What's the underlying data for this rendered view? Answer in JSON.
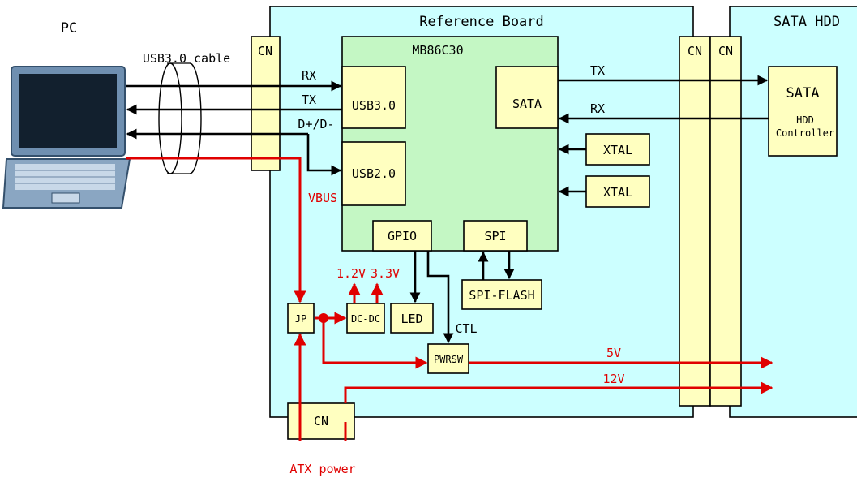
{
  "pc": {
    "label": "PC"
  },
  "cable": {
    "label": "USB3.0 cable"
  },
  "reference_board": {
    "label": "Reference Board"
  },
  "sata_hdd": {
    "label": "SATA HDD"
  },
  "chip": {
    "label": "MB86C30",
    "usb3": "USB3.0",
    "usb2": "USB2.0",
    "sata": "SATA",
    "gpio": "GPIO",
    "spi": "SPI"
  },
  "connectors": {
    "cn": "CN"
  },
  "hdd_controller": {
    "title": "SATA",
    "line1": "HDD",
    "line2": "Controller"
  },
  "components": {
    "xtal": "XTAL",
    "spi_flash": "SPI-FLASH",
    "led": "LED",
    "dcdc": "DC-DC",
    "jp": "JP",
    "pwrsw": "PWRSW"
  },
  "signals": {
    "rx": "RX",
    "tx": "TX",
    "dpdm": "D+/D-",
    "vbus": "VBUS",
    "sata_tx": "TX",
    "sata_rx": "RX",
    "v12": "1.2V",
    "v33": "3.3V",
    "ctl": "CTL",
    "five_v": "5V",
    "twelve_v": "12V",
    "atx_power": "ATX power"
  },
  "colors": {
    "board": "#ccffff",
    "chip": "#c4f7c4",
    "component": "#ffffc0",
    "power_line": "#e00000",
    "laptop": "#7f9fbf"
  }
}
